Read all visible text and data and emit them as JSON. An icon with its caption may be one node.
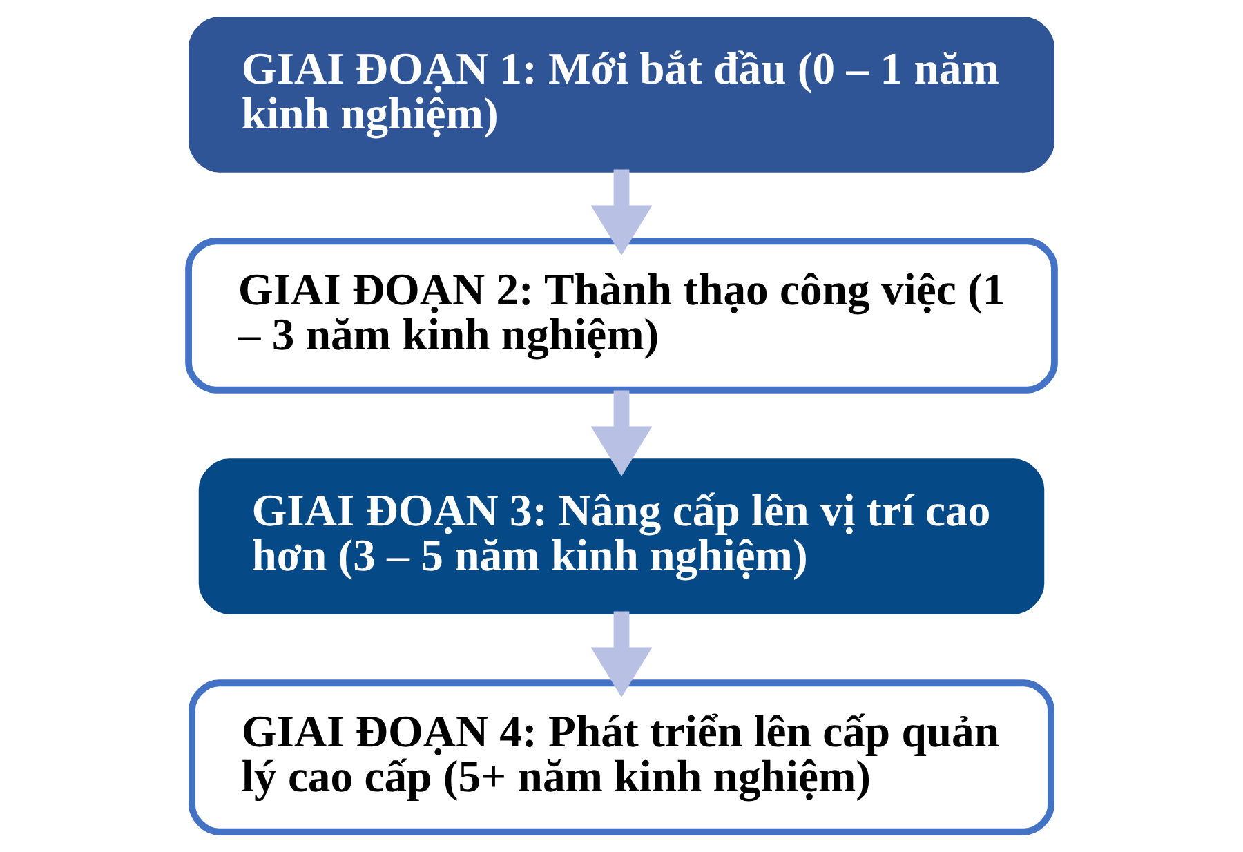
{
  "diagram": {
    "nodes": [
      {
        "text": [
          "GIAI ĐOẠN 1: Mới bắt đầu (0 – 1 năm kinh nghiệm)"
        ]
      },
      {
        "text": [
          "GIAI ĐOẠN 2: Thành thạo công việc (1 – 3 năm kinh nghiệm)"
        ]
      },
      {
        "text": [
          "GIAI ĐOẠN 3: Nâng cấp lên vị trí cao hơn (3 – 5 năm kinh nghiệm)"
        ]
      },
      {
        "text": [
          "GIAI ĐOẠN 4: Phát triển lên cấp quản lý cao cấp (5+ năm kinh nghiệm)"
        ]
      }
    ],
    "edges": [
      {
        "from": 0,
        "to": 1,
        "arrow": "to"
      },
      {
        "from": 1,
        "to": 2,
        "arrow": "to"
      },
      {
        "from": 2,
        "to": 3,
        "arrow": "to"
      }
    ]
  }
}
